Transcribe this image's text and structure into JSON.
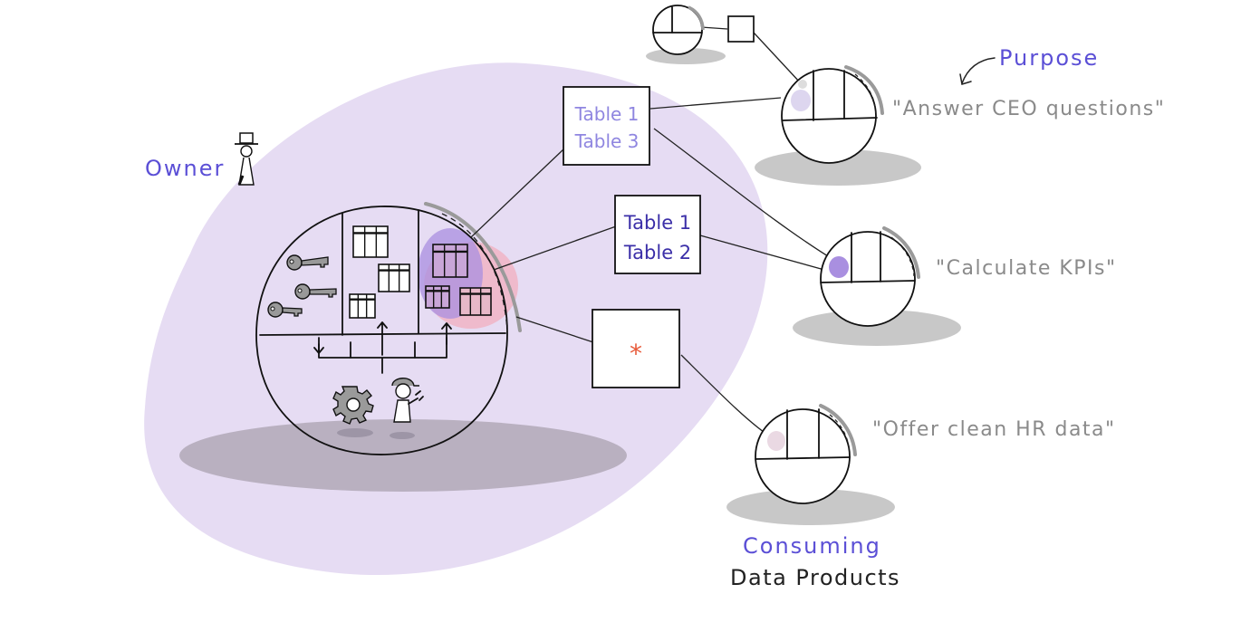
{
  "labels": {
    "owner": "Owner",
    "purpose": "Purpose",
    "consuming_line1": "Consuming",
    "consuming_line2": "Data Products"
  },
  "output_ports": [
    {
      "line1": "Table 1",
      "line2": "Table 3"
    },
    {
      "line1": "Table 1",
      "line2": "Table 2"
    },
    {
      "symbol": "*"
    }
  ],
  "consumers": [
    {
      "purpose": "\"Answer CEO questions\""
    },
    {
      "purpose": "\"Calculate KPIs\""
    },
    {
      "purpose": "\"Offer clean HR data\""
    }
  ],
  "icons": [
    "owner-top-hat-icon",
    "key-icon",
    "table-icon",
    "gear-icon",
    "engineer-icon",
    "arrow-icon"
  ],
  "colors": {
    "domain_blob": "#e6dcf3",
    "shadow": "#c8c8c8",
    "main_shadow": "#b9b0c0",
    "accent_purple": "#5b4fd6",
    "highlight_red": "#f0b0c0",
    "highlight_purple": "#a98fe0",
    "asterisk": "#e85a3a"
  }
}
